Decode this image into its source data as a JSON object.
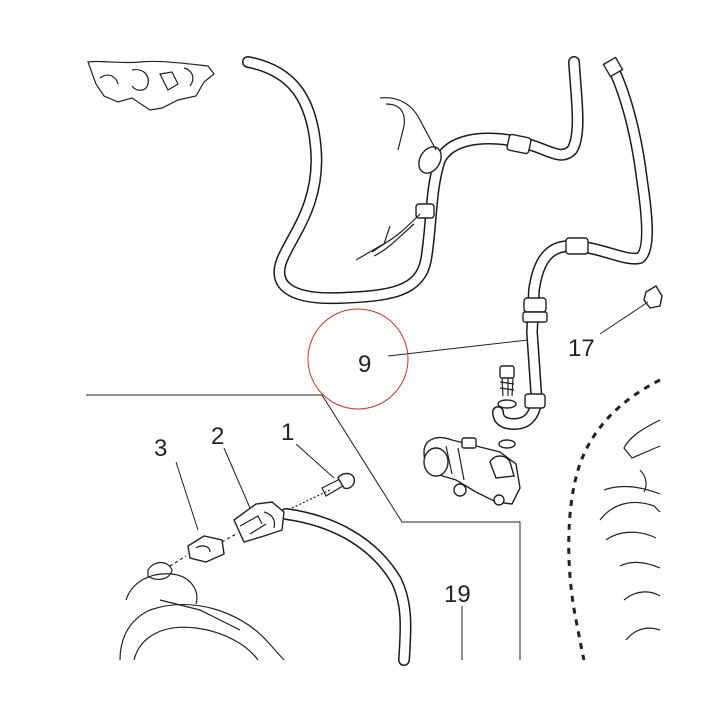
{
  "callouts": {
    "c1": "1",
    "c2": "2",
    "c3": "3",
    "c9": "9",
    "c17": "17",
    "c19": "19"
  },
  "colors": {
    "line": "#222222",
    "highlight_circle": "#c0392b",
    "background": "#ffffff"
  }
}
